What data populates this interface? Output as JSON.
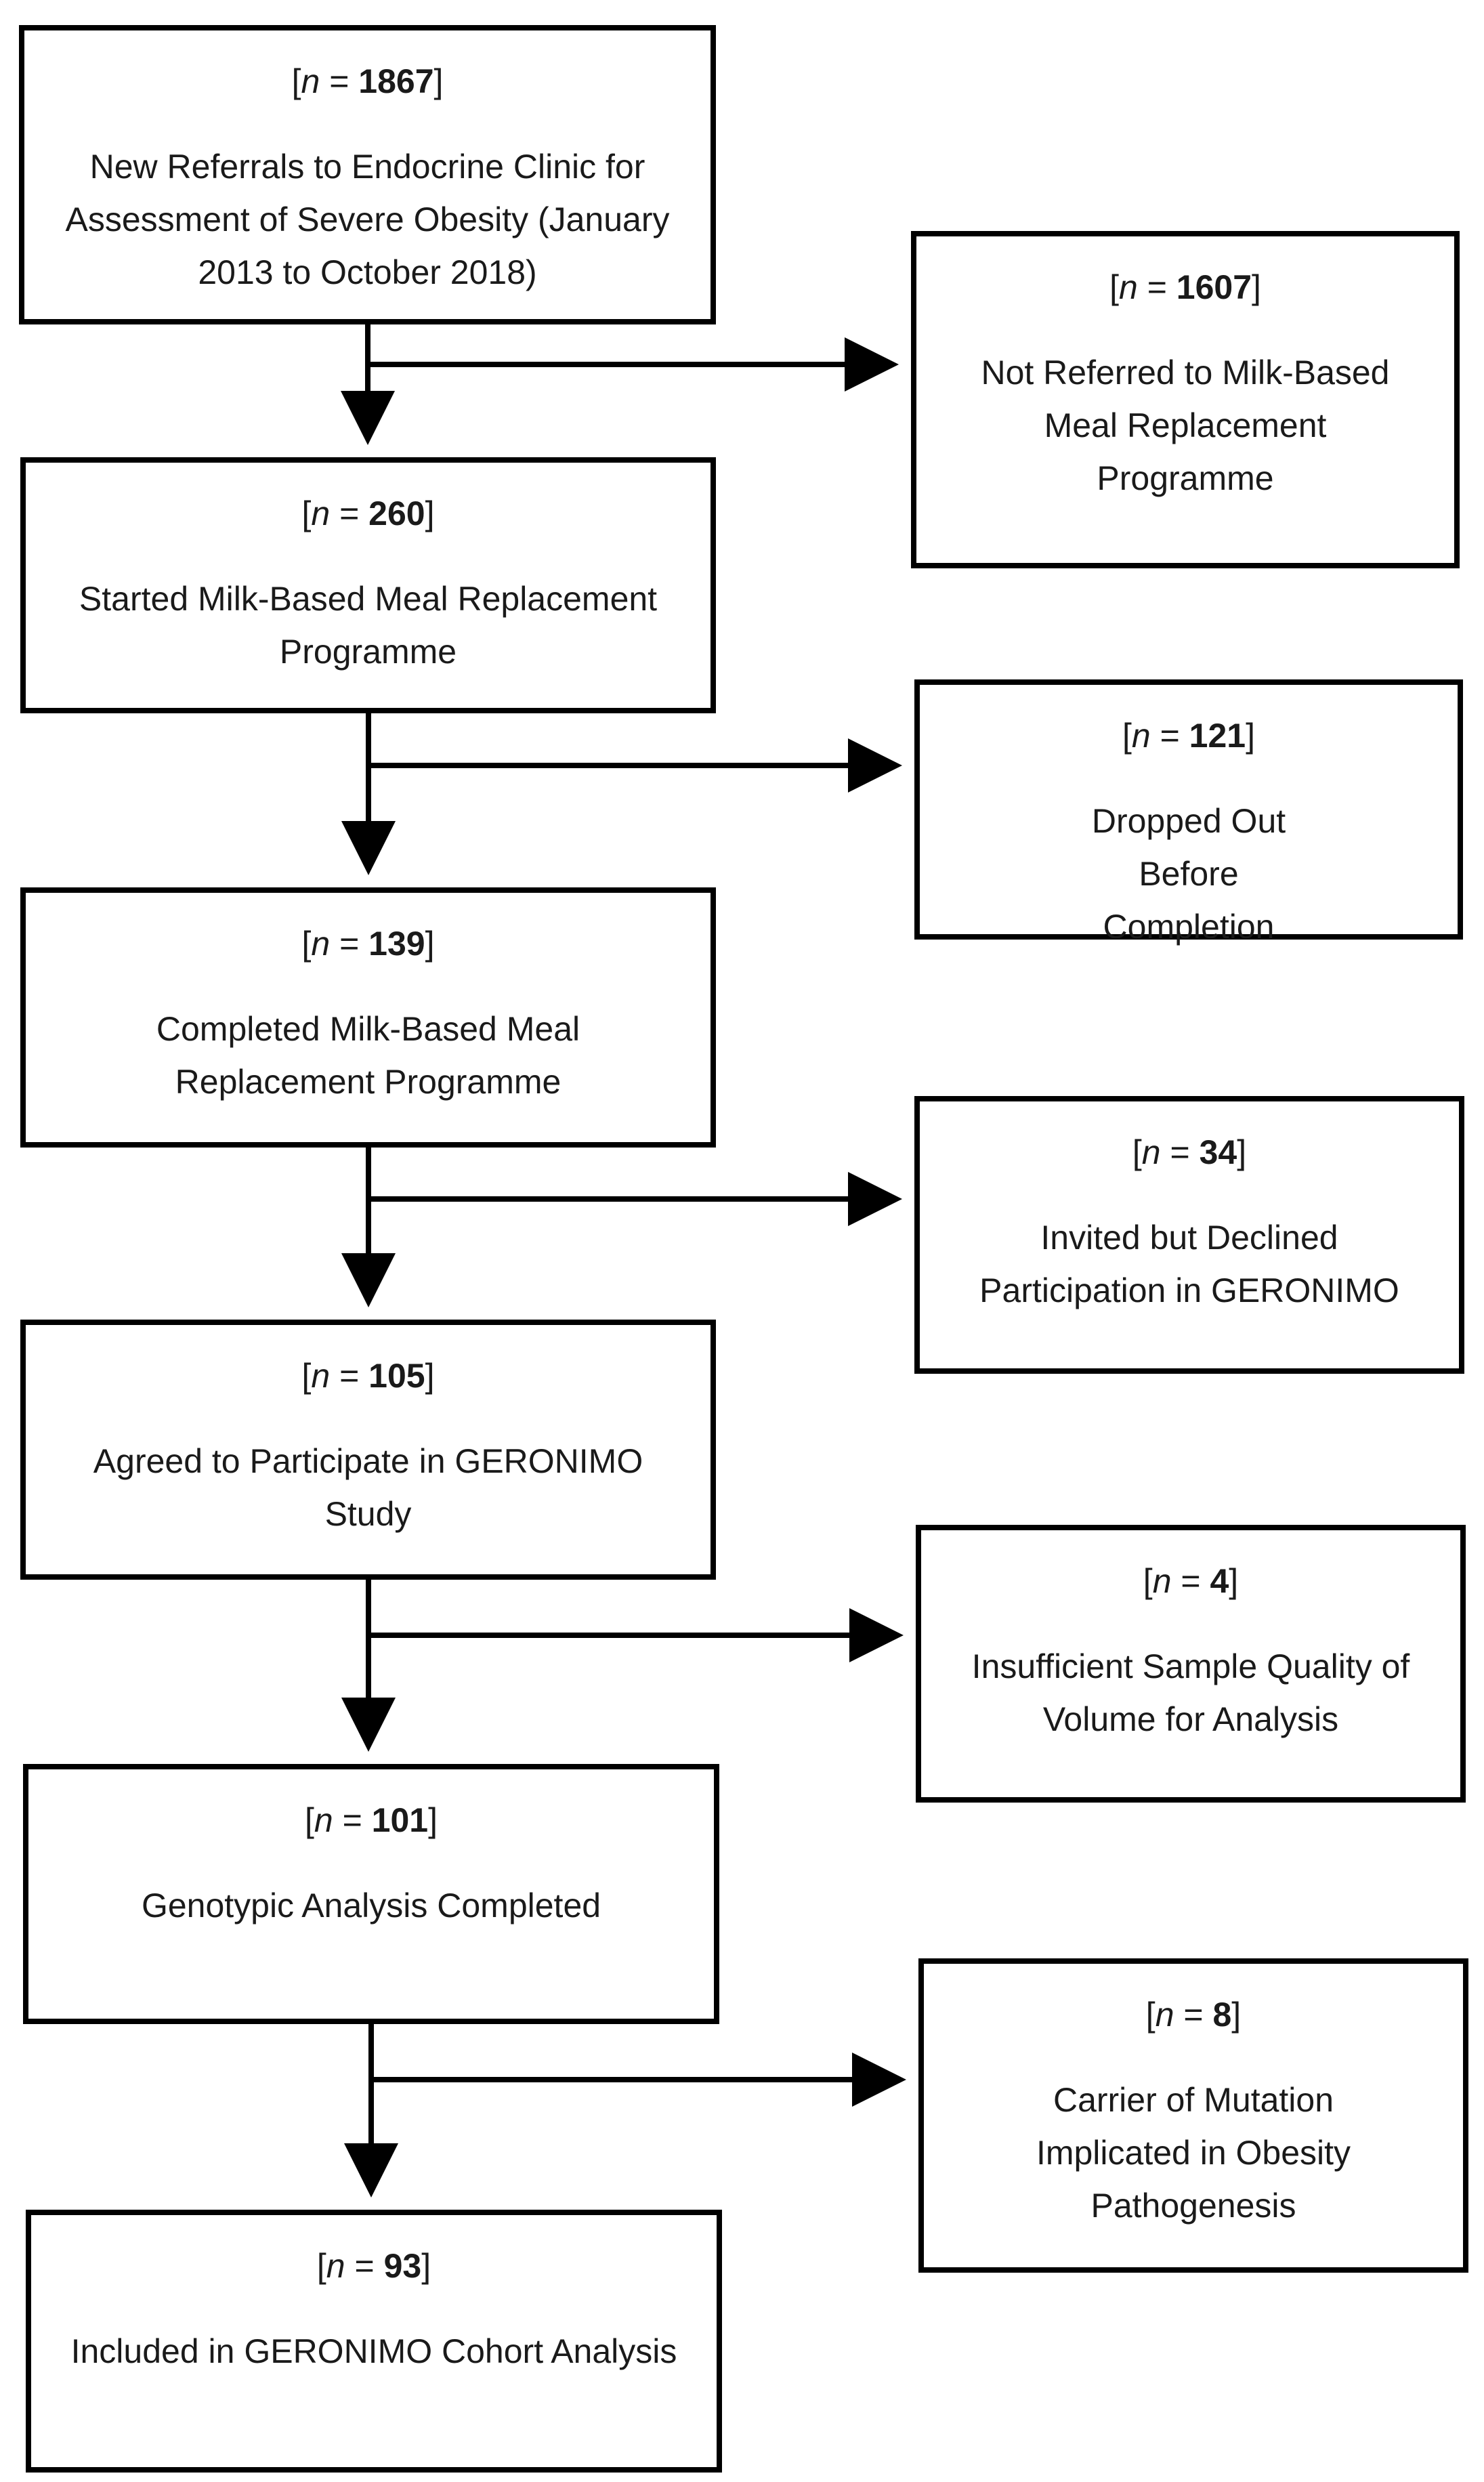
{
  "main_boxes": [
    {
      "n": "1867",
      "label": "New Referrals to Endocrine Clinic for Assessment of Severe Obesity (January 2013 to October 2018)"
    },
    {
      "n": "260",
      "label": "Started Milk-Based Meal Replacement Programme"
    },
    {
      "n": "139",
      "label": "Completed Milk-Based Meal Replacement Programme"
    },
    {
      "n": "105",
      "label": "Agreed to Participate in GERONIMO Study"
    },
    {
      "n": "101",
      "label": "Genotypic Analysis Completed"
    },
    {
      "n": "93",
      "label": "Included in GERONIMO Cohort Analysis"
    }
  ],
  "exclusion_boxes": [
    {
      "n": "1607",
      "label": "Not Referred to Milk-Based Meal Replacement Programme"
    },
    {
      "n": "121",
      "label": "Dropped Out Before Completion"
    },
    {
      "n": "34",
      "label": "Invited but Declined Participation in GERONIMO"
    },
    {
      "n": "4",
      "label": "Insufficient Sample Quality of Volume for Analysis"
    },
    {
      "n": "8",
      "label": "Carrier of Mutation Implicated in Obesity Pathogenesis"
    }
  ],
  "count_prefix": "n",
  "count_equals": " = ",
  "count_open": "[",
  "count_close": "]"
}
